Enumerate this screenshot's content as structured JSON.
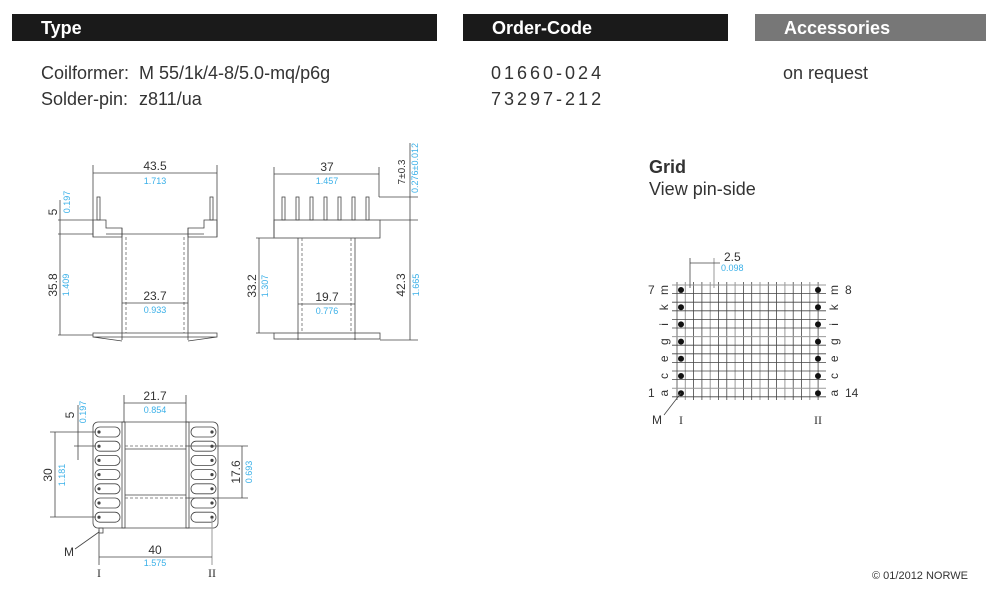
{
  "headers": {
    "type": "Type",
    "order_code": "Order-Code",
    "accessories": "Accessories"
  },
  "colors": {
    "header_dark": "#1a1a1a",
    "header_gray": "#777777",
    "dimension_inch": "#3ab0e8"
  },
  "parts": [
    {
      "label": "Coilformer:",
      "value": "M 55/1k/4-8/5.0-mq/p6g",
      "order_code": "01660-024"
    },
    {
      "label": "Solder-pin:",
      "value": "z811/ua",
      "order_code": "73297-212"
    }
  ],
  "accessories_value": "on request",
  "grid": {
    "title": "Grid",
    "subtitle": "View pin-side",
    "pitch_mm": "2.5",
    "pitch_in": "0.098",
    "left_rows": [
      "m",
      "k",
      "i",
      "g",
      "e",
      "c",
      "a"
    ],
    "right_rows": [
      "m",
      "k",
      "i",
      "g",
      "e",
      "c",
      "a"
    ],
    "pin_top_left": "7",
    "pin_top_right": "8",
    "pin_bottom_left": "1",
    "pin_bottom_right": "14",
    "marker": "M",
    "side_left": "I",
    "side_right": "II"
  },
  "front_view": {
    "width_mm": "43.5",
    "width_in": "1.713",
    "pin_mm": "5",
    "pin_in": "0.197",
    "height_mm": "35.8",
    "height_in": "1.409",
    "inner_mm": "23.7",
    "inner_in": "0.933"
  },
  "side_view": {
    "width_mm": "37",
    "width_in": "1.457",
    "pin_mm": "7±0.3",
    "pin_in": "0.276±0.012",
    "height_mm": "33.2",
    "height_in": "1.307",
    "total_mm": "42.3",
    "total_in": "1.665",
    "inner_mm": "19.7",
    "inner_in": "0.776"
  },
  "bottom_view": {
    "center_mm": "21.7",
    "center_in": "0.854",
    "pitch_mm": "5",
    "pitch_in": "0.197",
    "rows_mm": "30",
    "rows_in": "1.181",
    "window_mm": "17.6",
    "window_in": "0.693",
    "span_mm": "40",
    "span_in": "1.575",
    "marker": "M",
    "side_left": "I",
    "side_right": "II"
  },
  "copyright": "© 01/2012 NORWE"
}
